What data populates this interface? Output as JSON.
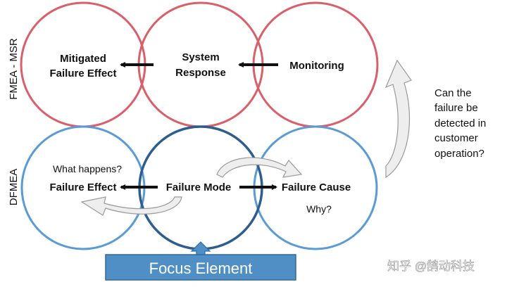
{
  "colors": {
    "msr_ring": "#d9606a",
    "dfmea_ring": "#5b9bd5",
    "focus_ring": "#2e5e8e",
    "focus_box_fill": "#4f8fc6",
    "focus_box_stroke": "#2f6a9e",
    "arrow": "#111111",
    "curved_arrow_fill": "#eeeeee",
    "curved_arrow_stroke": "#9a9a9a"
  },
  "rows": {
    "msr": {
      "label": "FMEA - MSR",
      "circles": [
        {
          "name": "mitigated-failure-effect",
          "lines": [
            "Mitigated",
            "Failure Effect"
          ]
        },
        {
          "name": "system-response",
          "lines": [
            "System",
            "Response"
          ]
        },
        {
          "name": "monitoring",
          "lines": [
            "Monitoring"
          ]
        }
      ]
    },
    "dfmea": {
      "label": "DFMEA",
      "circles": [
        {
          "name": "failure-effect",
          "question": "What happens?",
          "label": "Failure Effect"
        },
        {
          "name": "failure-mode",
          "label": "Failure Mode"
        },
        {
          "name": "failure-cause",
          "label": "Failure Cause",
          "question": "Why?"
        }
      ]
    }
  },
  "focus_element": "Focus Element",
  "side_question": [
    "Can the",
    "failure be",
    "detected in",
    "customer",
    "operation?"
  ],
  "watermark": "知乎 @鹄动科技"
}
